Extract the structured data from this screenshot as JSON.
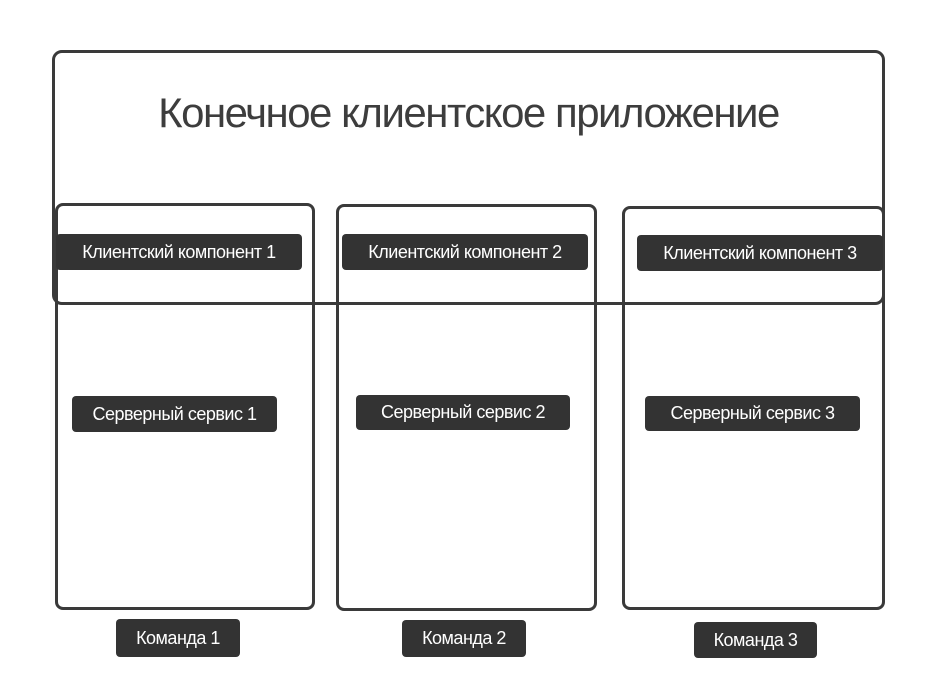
{
  "title": "Конечное клиентское приложение",
  "columns": [
    {
      "client": "Клиентский компонент 1",
      "service": "Серверный сервис 1",
      "team": "Команда 1"
    },
    {
      "client": "Клиентский компонент 2",
      "service": "Серверный сервис 2",
      "team": "Команда 2"
    },
    {
      "client": "Клиентский компонент 3",
      "service": "Серверный сервис 3",
      "team": "Команда 3"
    }
  ],
  "theme": {
    "background": "#ffffff",
    "border": "#3a3a3a",
    "label_bg": "#333333",
    "label_text": "#ffffff",
    "title_color": "#3d3d3d"
  }
}
